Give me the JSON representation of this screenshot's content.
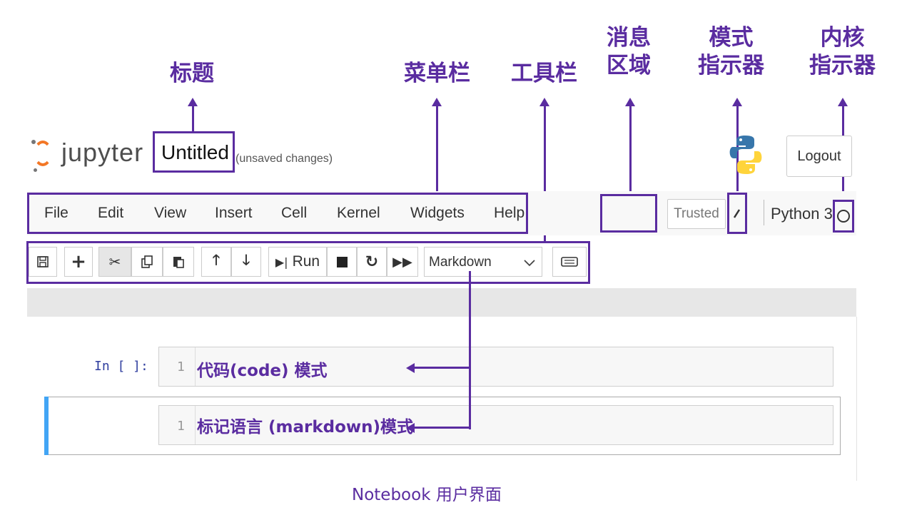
{
  "callouts": {
    "title": "标题",
    "menubar": "菜单栏",
    "toolbar": "工具栏",
    "message_area_1": "消息",
    "message_area_2": "区域",
    "mode_indicator_1": "模式",
    "mode_indicator_2": "指示器",
    "kernel_indicator_1": "内核",
    "kernel_indicator_2": "指示器"
  },
  "header": {
    "logo_text": "jupyter",
    "notebook_title": "Untitled",
    "save_status": "(unsaved changes)",
    "logout_label": "Logout"
  },
  "menubar": {
    "items": [
      "File",
      "Edit",
      "View",
      "Insert",
      "Cell",
      "Kernel",
      "Widgets",
      "Help"
    ],
    "trusted_label": "Trusted",
    "kernel_name": "Python 3"
  },
  "toolbar": {
    "run_label": "Run",
    "cell_type_value": "Markdown",
    "icons": [
      "save-icon",
      "plus-icon",
      "cut-icon",
      "copy-icon",
      "paste-icon",
      "arrow-up-icon",
      "arrow-down-icon",
      "run-icon",
      "stop-icon",
      "restart-icon",
      "fast-forward-icon",
      "chevron-down-icon",
      "keyboard-icon"
    ]
  },
  "cells": [
    {
      "prompt": "In [ ]:",
      "line_number": "1",
      "text": "代码(code) 模式"
    },
    {
      "prompt": "",
      "line_number": "1",
      "text": "标记语言 (markdown)模式"
    }
  ],
  "caption": "Notebook 用户界面",
  "colors": {
    "annotation": "#5a2ca0",
    "logo_orange": "#f37726",
    "selected_cell_bar": "#42a5f5",
    "prompt_blue": "#303f9f"
  }
}
